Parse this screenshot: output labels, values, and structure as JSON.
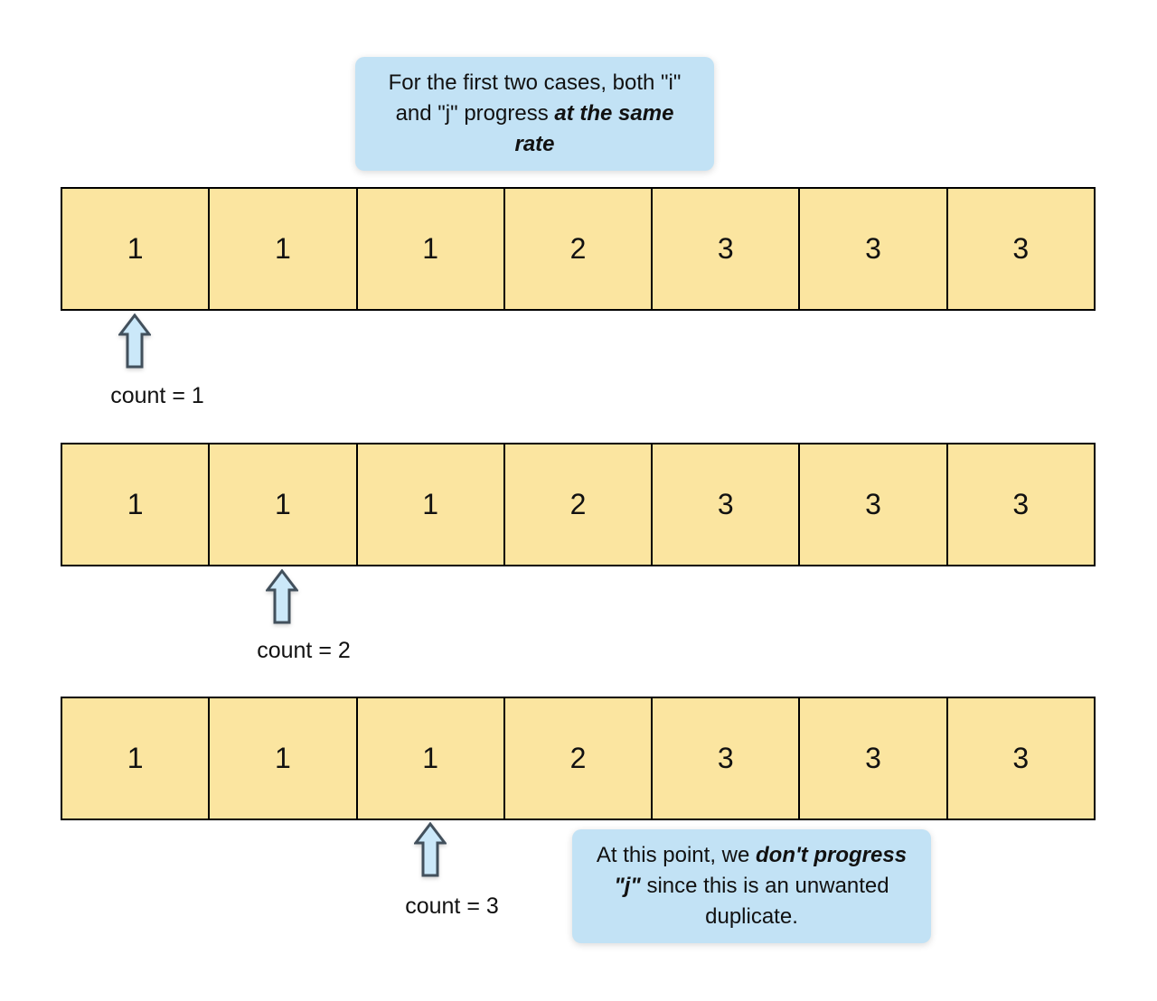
{
  "colors": {
    "cell_fill": "#fbe5a0",
    "cell_border": "#000000",
    "callout_bg": "#c2e2f5",
    "arrow_fill": "#cbe8f9",
    "arrow_stroke": "#42505c",
    "text": "#111111"
  },
  "callouts": {
    "top": {
      "segments": [
        {
          "text": "For the first two cases, both \"i\" and \"j\" progress ",
          "style": "normal"
        },
        {
          "text": "at the same rate",
          "style": "bold-italic"
        }
      ]
    },
    "bottom": {
      "segments": [
        {
          "text": "At this point, we ",
          "style": "normal"
        },
        {
          "text": "don't progress \"j\"",
          "style": "bold-italic"
        },
        {
          "text": " since this is an unwanted duplicate.",
          "style": "normal"
        }
      ]
    }
  },
  "rows": [
    {
      "values": [
        "1",
        "1",
        "1",
        "2",
        "3",
        "3",
        "3"
      ],
      "pointer_index": 0,
      "count_label": "count = 1"
    },
    {
      "values": [
        "1",
        "1",
        "1",
        "2",
        "3",
        "3",
        "3"
      ],
      "pointer_index": 1,
      "count_label": "count = 2"
    },
    {
      "values": [
        "1",
        "1",
        "1",
        "2",
        "3",
        "3",
        "3"
      ],
      "pointer_index": 2,
      "count_label": "count = 3"
    }
  ]
}
